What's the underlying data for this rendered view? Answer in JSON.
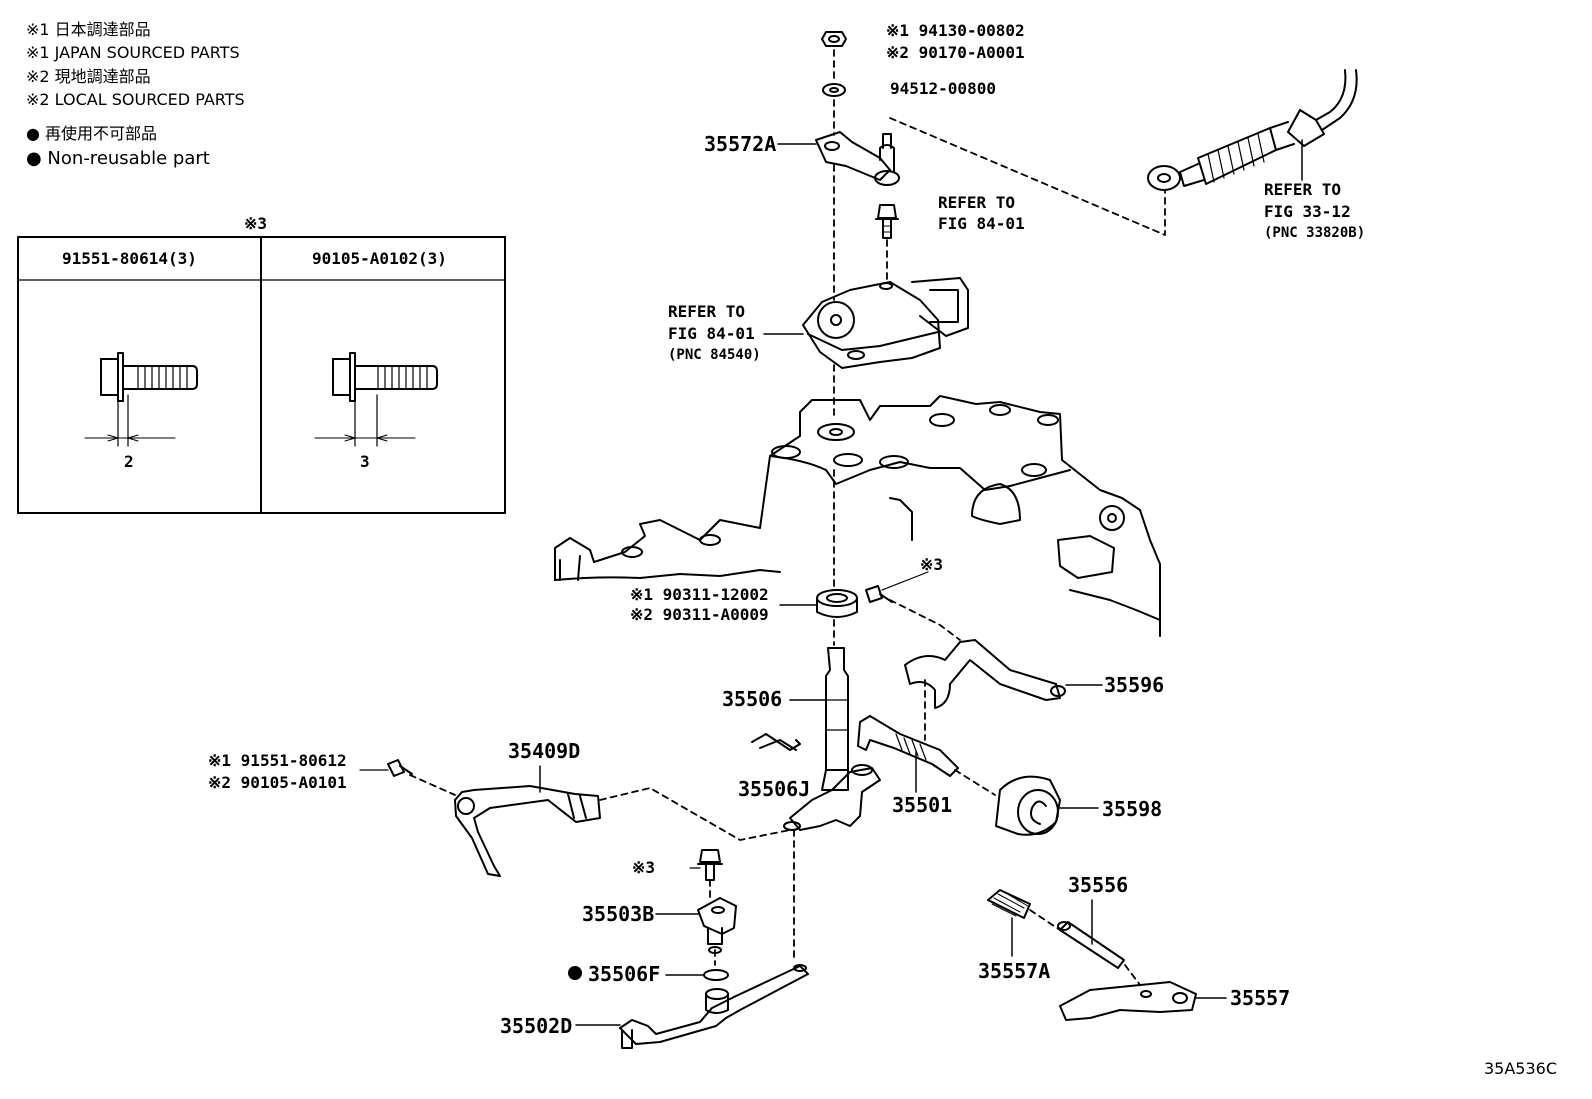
{
  "legend": {
    "line1": "※1 日本調達部品",
    "line2": "※1 JAPAN SOURCED PARTS",
    "line3": "※2 現地調達部品",
    "line4": "※2 LOCAL SOURCED PARTS",
    "line5": "● 再使用不可部品",
    "line6": "● Non-reusable part"
  },
  "bolt_table": {
    "mark": "※3",
    "col1_header": "91551-80614(3)",
    "col2_header": "90105-A0102(3)",
    "col1_dim": "2",
    "col2_dim": "3"
  },
  "labels": {
    "nut_j": "※1 94130-00802",
    "nut_l": "※2 90170-A0001",
    "washer": "94512-00800",
    "lever_35572a": "35572A",
    "refer_a_1": "REFER TO",
    "refer_a_2": "FIG 84-01",
    "refer_b_1": "REFER TO",
    "refer_b_2": "FIG 84-01",
    "refer_b_3": "(PNC 84540)",
    "refer_c_1": "REFER TO",
    "refer_c_2": "FIG 33-12",
    "refer_c_3": "(PNC 33820B)",
    "seal_j": "※1 90311-12002",
    "seal_l": "※2 90311-A0009",
    "bolt_mark_a": "※3",
    "p35596": "35596",
    "p35506": "35506",
    "bolt2_j": "※1 91551-80612",
    "bolt2_l": "※2 90105-A0101",
    "p35409d": "35409D",
    "p35506j": "35506J",
    "p35501": "35501",
    "p35598": "35598",
    "bolt_mark_b": "※3",
    "p35503b": "35503B",
    "p35556": "35556",
    "p35557a": "35557A",
    "p35506f": "35506F",
    "p35557": "35557",
    "p35502d": "35502D",
    "fig_code": "35A536C"
  }
}
